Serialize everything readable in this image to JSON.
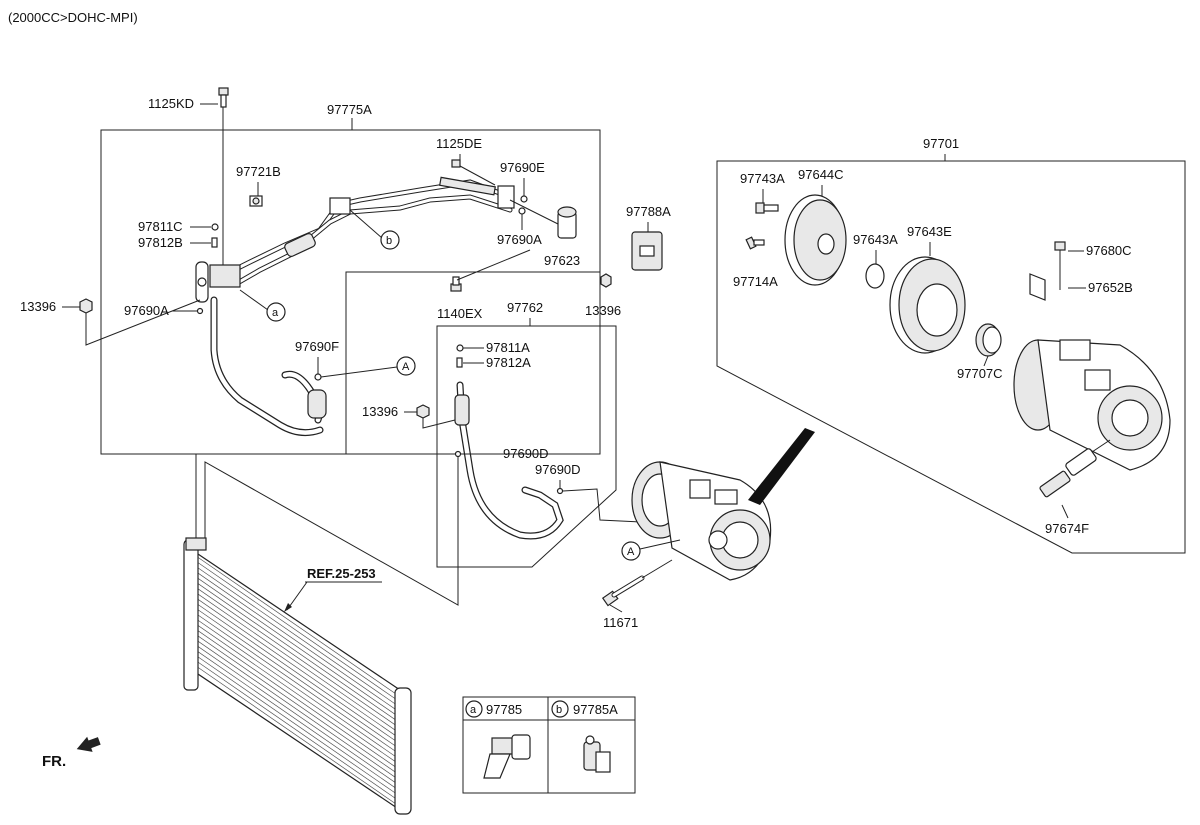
{
  "header": {
    "engine_spec": "(2000CC>DOHC-MPI)"
  },
  "labels": {
    "p1125KD": "1125KD",
    "p97775A": "97775A",
    "p1125DE": "1125DE",
    "p97721B": "97721B",
    "p97690E": "97690E",
    "p97811C": "97811C",
    "p97812B": "97812B",
    "p97690A_upper": "97690A",
    "p97623": "97623",
    "p97788A": "97788A",
    "p13396_left": "13396",
    "p97690A_left": "97690A",
    "p1140EX": "1140EX",
    "p97762": "97762",
    "p13396_mid": "13396",
    "p97811A": "97811A",
    "p97812A": "97812A",
    "p97690F": "97690F",
    "p13396_lower": "13396",
    "p97690D_1": "97690D",
    "p97690D_2": "97690D",
    "p11671": "11671",
    "ref": "REF.25-253",
    "fr": "FR.",
    "p97701": "97701",
    "p97743A": "97743A",
    "p97644C": "97644C",
    "p97643A": "97643A",
    "p97643E": "97643E",
    "p97680C": "97680C",
    "p97714A": "97714A",
    "p97652B": "97652B",
    "p97707C": "97707C",
    "p97674F": "97674F"
  },
  "callouts": {
    "a": "a",
    "b": "b",
    "A_upper": "A",
    "A_lower": "A"
  },
  "legend": {
    "items": [
      {
        "key": "a",
        "part": "97785"
      },
      {
        "key": "b",
        "part": "97785A"
      }
    ]
  }
}
